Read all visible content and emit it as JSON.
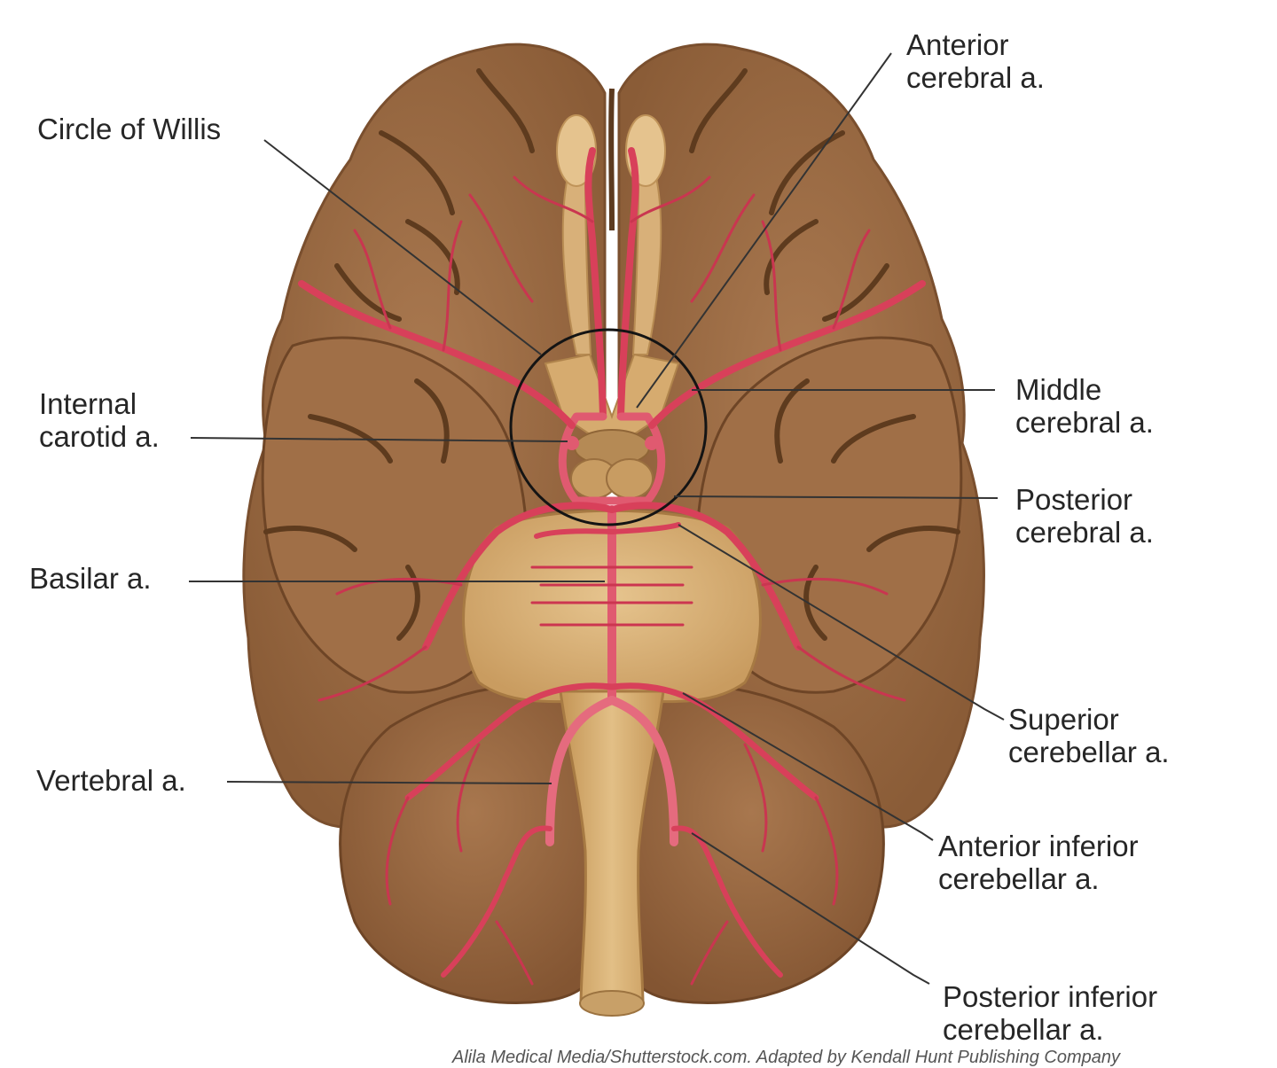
{
  "diagram": {
    "labels": {
      "circle_of_willis": "Circle of Willis",
      "anterior_cerebral": [
        "Anterior",
        "cerebral a."
      ],
      "internal_carotid": [
        "Internal",
        "carotid a."
      ],
      "middle_cerebral": [
        "Middle",
        "cerebral a."
      ],
      "posterior_cerebral": [
        "Posterior",
        "cerebral a."
      ],
      "basilar": "Basilar a.",
      "superior_cerebellar": [
        "Superior",
        "cerebellar a."
      ],
      "vertebral": "Vertebral a.",
      "anterior_inferior_cerebellar": [
        "Anterior inferior",
        "cerebellar a."
      ],
      "posterior_inferior_cerebellar": [
        "Posterior inferior",
        "cerebellar a."
      ]
    },
    "credit": "Alila Medical Media/Shutterstock.com. Adapted by Kendall Hunt Publishing Company",
    "colors": {
      "cortex": "#9b6a43",
      "cortex_dark": "#6e4526",
      "cortex_light": "#b4835a",
      "brainstem": "#d9b27a",
      "brainstem_shadow": "#b98d56",
      "artery": "#d8405a",
      "artery_light": "#ea6d80",
      "leader_line": "#333333"
    }
  }
}
